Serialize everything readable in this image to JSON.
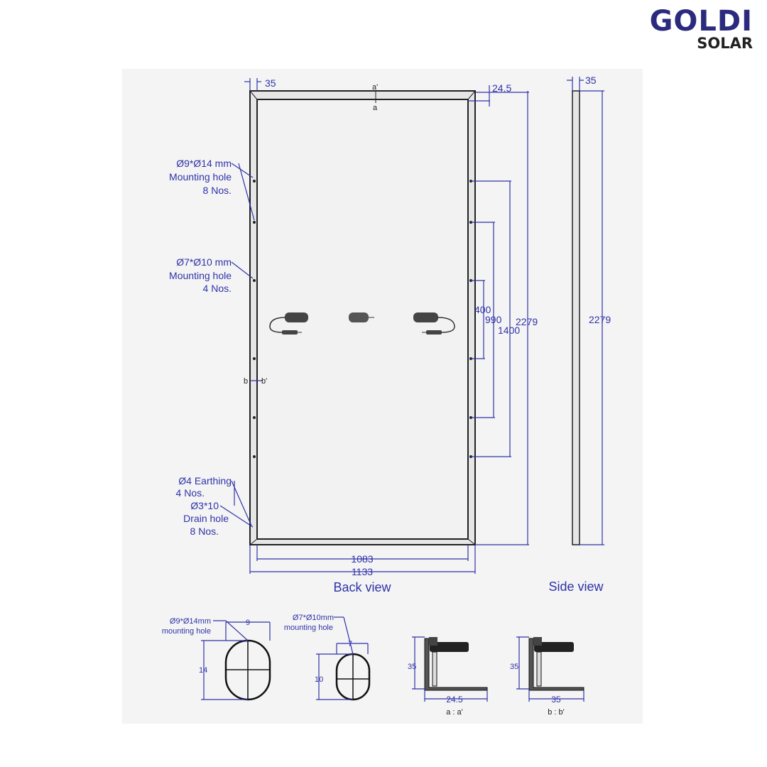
{
  "logo": {
    "brand": "GOLDI",
    "sub": "SOLAR"
  },
  "back_view": {
    "title": "Back view",
    "frame_width_label": "35",
    "glass_offset_label": "24.5",
    "section_a_top": "a'",
    "section_a_bottom": "a",
    "section_b_left": "b",
    "section_b_right": "b'",
    "height_labels": [
      "400",
      "990",
      "1400",
      "2279"
    ],
    "width_inner": "1083",
    "width_outer": "1133",
    "callouts": {
      "hole_large": [
        "Ø9*Ø14 mm",
        "Mounting hole",
        "8 Nos."
      ],
      "hole_small": [
        "Ø7*Ø10 mm",
        "Mounting hole",
        "4 Nos."
      ],
      "earthing": [
        "Ø4 Earthing",
        "4 Nos."
      ],
      "drain": [
        "Ø3*10",
        "Drain hole",
        "8 Nos."
      ]
    }
  },
  "side_view": {
    "title": "Side view",
    "thickness": "35",
    "height": "2279"
  },
  "details": {
    "hole_large": {
      "label": [
        "Ø9*Ø14mm",
        "mounting hole"
      ],
      "width": "9",
      "height": "14"
    },
    "hole_small": {
      "label": [
        "Ø7*Ø10mm",
        "mounting hole"
      ],
      "width": "7",
      "height": "10"
    },
    "section_a": {
      "height": "35",
      "width": "24.5",
      "caption": "a : a'"
    },
    "section_b": {
      "height": "35",
      "width": "35",
      "caption": "b : b'"
    }
  }
}
